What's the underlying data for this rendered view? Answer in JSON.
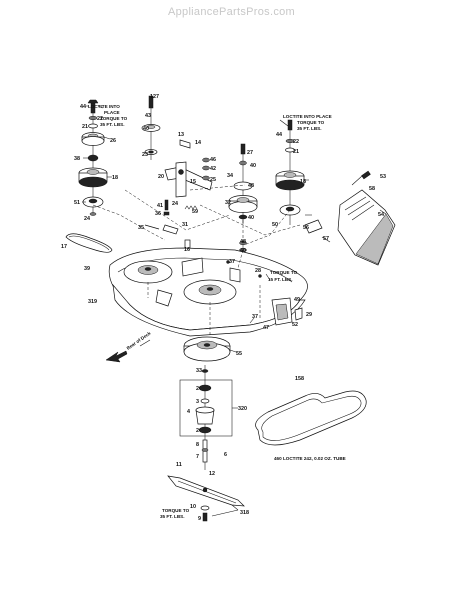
{
  "watermark": "AppliancePartsPros.com",
  "notes": {
    "loctite_left_1": "LOCTITE INTO",
    "loctite_left_2": "PLACE",
    "loctite_left_3": "TORQUE TO",
    "loctite_left_4": "35 FT. LBS.",
    "loctite_right_1": "LOCTITE INTO PLACE",
    "loctite_right_2": "TORQUE TO",
    "loctite_right_3": "35 FT. LBS.",
    "torque_mid_1": "TORQUE TO",
    "torque_mid_2": "15 FT. LBS.",
    "front_of_deck": "Rear of Deck",
    "loctite_tube": "460  LOCTITE 242, 0.02 OZ. TUBE",
    "torque_bottom_1": "TORQUE TO",
    "torque_bottom_2": "35 FT. LBS."
  },
  "part_labels": {
    "p127": "127",
    "p43a": "43",
    "p44a": "44",
    "p22a": "22",
    "p21a": "21",
    "p26a": "26",
    "p40a": "40",
    "p38": "38",
    "p18a": "18",
    "p51a": "51",
    "p24a": "24",
    "p13": "13",
    "p14": "14",
    "p23": "23",
    "p46": "46",
    "p42": "42",
    "p15": "15",
    "p25": "25",
    "p20": "20",
    "p27": "27",
    "p40b": "40",
    "p34": "34",
    "p41": "41",
    "p36": "36",
    "p24b": "24",
    "p59": "59",
    "p31": "31",
    "p35": "35",
    "p32": "32",
    "p40c": "40",
    "p30": "30",
    "p17": "17",
    "p39": "39",
    "p16": "16",
    "p48": "48",
    "p40d": "40",
    "p37a": "37",
    "p28": "28",
    "p319": "319",
    "p47": "47",
    "p37b": "37",
    "p44b": "44",
    "p22b": "22",
    "p21b": "21",
    "p18b": "18",
    "p53": "53",
    "p58": "58",
    "p54": "54",
    "p50": "50",
    "p56": "56",
    "p57": "57",
    "p49": "49",
    "p29": "29",
    "p52": "52",
    "p33": "33",
    "p55": "55",
    "p2a": "2",
    "p3": "3",
    "p4": "4",
    "p320": "320",
    "p2b": "2",
    "p8": "8",
    "p6": "6",
    "p7": "7",
    "p11": "11",
    "p12": "12",
    "p10": "10",
    "p9": "9",
    "p318": "318",
    "p158": "158",
    "p40e": "40",
    "p40f": "40",
    "p40g": "40"
  }
}
